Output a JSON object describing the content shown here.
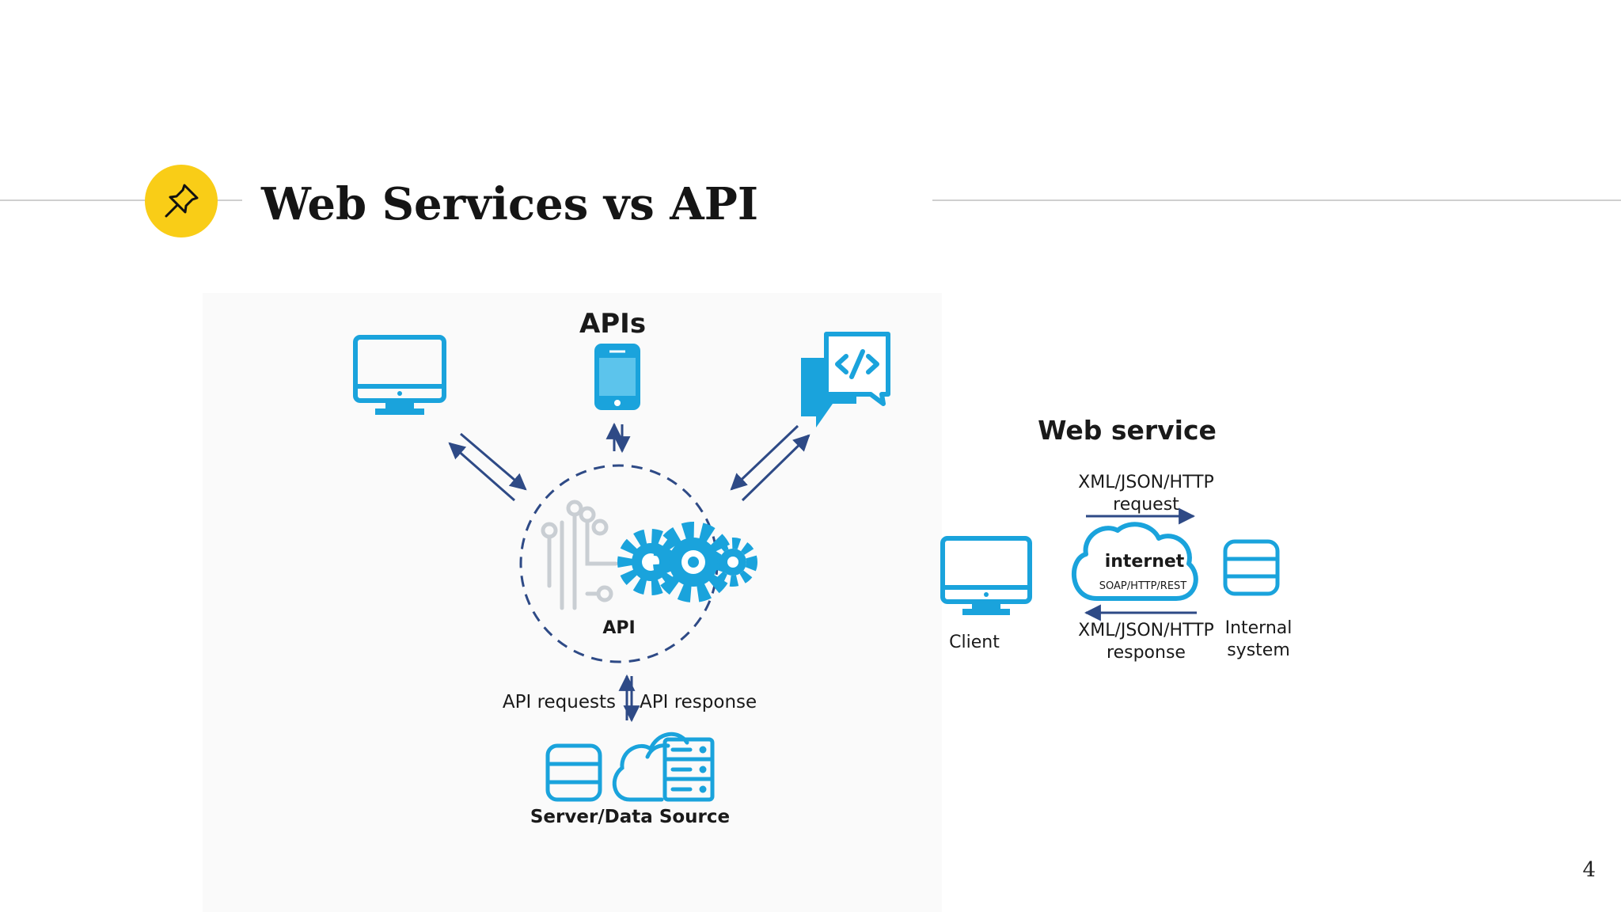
{
  "slide": {
    "title": "Web Services vs API",
    "page_number": "4"
  },
  "api_diagram": {
    "heading": "APIs",
    "center_label": "API",
    "request_label": "API requests",
    "response_label": "API response",
    "source_label": "Server/Data Source"
  },
  "web_service_diagram": {
    "heading": "Web service",
    "request_label_line1": "XML/JSON/HTTP",
    "request_label_line2": "request",
    "cloud_label": "internet",
    "protocol_label": "SOAP/HTTP/REST",
    "response_label_line1": "XML/JSON/HTTP",
    "response_label_line2": "response",
    "client_label": "Client",
    "internal_label_line1": "Internal",
    "internal_label_line2": "system"
  },
  "colors": {
    "accent_yellow": "#f9cd17",
    "icon_blue": "#1aa3dc",
    "arrow_navy": "#2e4a86",
    "gear_gray": "#c9ced3"
  },
  "icons": [
    "pushpin-icon",
    "monitor-icon",
    "smartphone-icon",
    "code-chat-icon",
    "gear-icon",
    "circuit-icon",
    "database-icon",
    "cloud-server-icon",
    "cloud-icon"
  ]
}
